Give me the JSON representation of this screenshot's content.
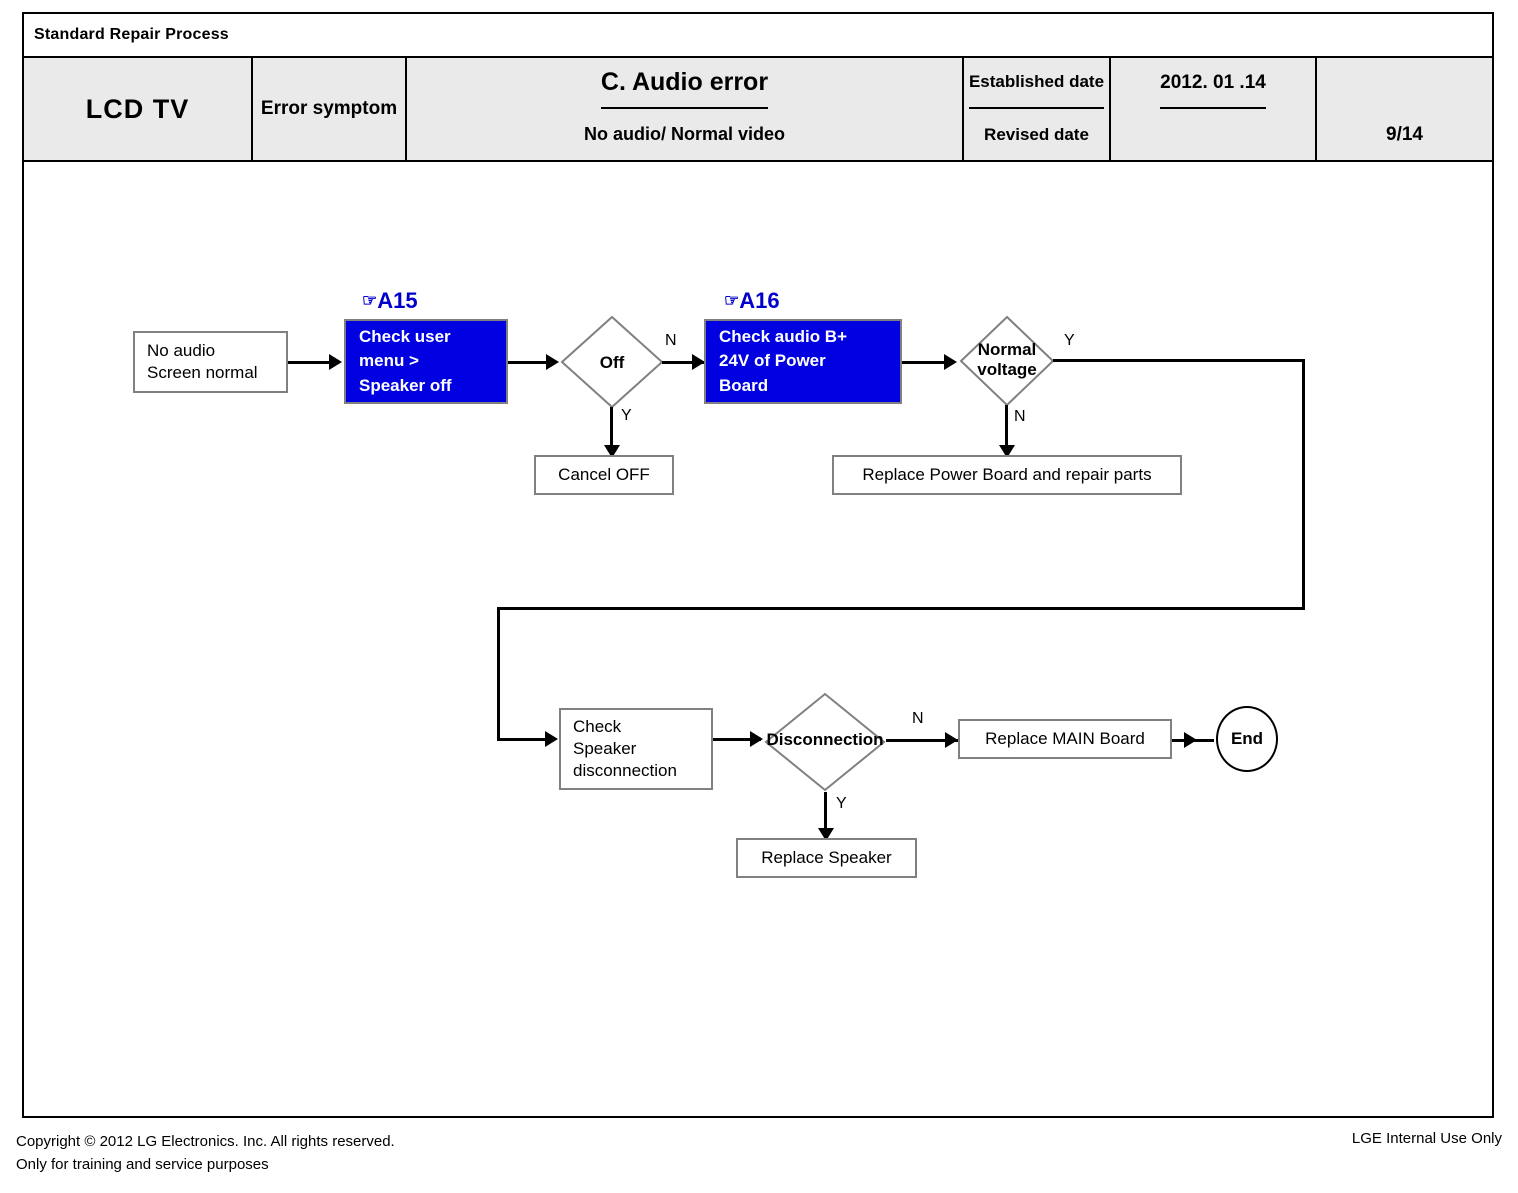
{
  "header": {
    "doc_title": "Standard Repair Process",
    "product": "LCD  TV",
    "error_symptom_label": "Error symptom",
    "error_title": "C. Audio error",
    "error_subtitle": "No audio/ Normal video",
    "established_date_label": "Established date",
    "established_date_value": "2012. 01 .14",
    "revised_date_label": "Revised date",
    "revised_date_value": "",
    "page_number": "9/14"
  },
  "flow": {
    "start": "No audio\nScreen normal",
    "start_line1": "No audio",
    "start_line2": "Screen normal",
    "tag_a15": "A15",
    "tag_a16": "A16",
    "hand_icon": "☞",
    "step_a15_line1": "Check user",
    "step_a15_line2": "menu  >",
    "step_a15_line3": "Speaker off",
    "step_a16_line1": "Check audio B+",
    "step_a16_line2": "24V of Power",
    "step_a16_line3": "Board",
    "decision_off": "Off",
    "decision_normal_voltage_line1": "Normal",
    "decision_normal_voltage_line2": "voltage",
    "decision_disconnection": "Disconnection",
    "action_cancel_off": "Cancel OFF",
    "action_replace_power": "Replace Power Board and repair parts",
    "check_speaker_line1": "Check",
    "check_speaker_line2": "Speaker",
    "check_speaker_line3": "disconnection",
    "action_replace_main": "Replace MAIN Board",
    "action_replace_speaker": "Replace Speaker",
    "end": "End",
    "yes": "Y",
    "no": "N"
  },
  "footer": {
    "copyright_line1": "Copyright © 2012 LG Electronics. Inc. All rights reserved.",
    "copyright_line2": "Only for training and service purposes",
    "internal_use": "LGE Internal Use Only"
  },
  "colors": {
    "accent_blue": "#0000E0",
    "tag_blue": "#0000CC",
    "node_border": "#808080",
    "header_fill": "#eaeaea"
  }
}
